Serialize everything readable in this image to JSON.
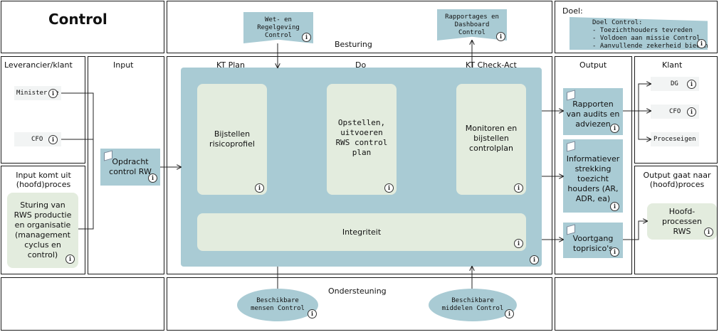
{
  "header": {
    "title": "Control"
  },
  "columns": {
    "supplier": "Leverancier/klant",
    "input": "Input",
    "output": "Output",
    "customer": "Klant",
    "goal": "Doel:",
    "steering": "Besturing",
    "support": "Ondersteuning",
    "input_from": "Input komt uit (hoofd)proces",
    "output_to": "Output gaat naar (hoofd)proces"
  },
  "phases": {
    "plan": "KT Plan",
    "do": "Do",
    "check": "KT Check-Act"
  },
  "goal_box": {
    "title": "Doel Control:",
    "items": [
      "- Toezichthouders tevreden",
      "- Voldoen aan missie Control",
      "- Aanvullende zekerheid bieden"
    ]
  },
  "docs": {
    "law": "Wet- en Regelgeving Control",
    "reports": "Rapportages en Dashboard Control"
  },
  "suppliers": [
    "Minister Ie",
    "CFO"
  ],
  "process_in": "Sturing van RWS productie en organisatie (management cyclus en control)",
  "input_item": "Opdracht control RW",
  "activities": {
    "plan": "Bijstellen risicoprofiel",
    "do": "Opstellen, uitvoeren RWS control plan",
    "check": "Monitoren en bijstellen controlplan",
    "integrity": "Integriteit"
  },
  "outputs": [
    "Rapporten van audits en adviezen",
    "Informatiever strekking toezicht houders (AR, ADR, ea)",
    "Voortgang toprisico's"
  ],
  "customers": [
    "DG",
    "CFO",
    "Proceseigen"
  ],
  "process_out": "Hoofd- processen RWS",
  "resources": {
    "people": "Beschikbare mensen Control",
    "means": "Beschikbare middelen Control"
  },
  "icons": {
    "info": "i",
    "info_icon": "info-icon",
    "cube_icon": "cube-icon"
  },
  "colors": {
    "node": "#a9cbd4",
    "pale": "#e3ecde",
    "tag": "#f2f4f4"
  }
}
